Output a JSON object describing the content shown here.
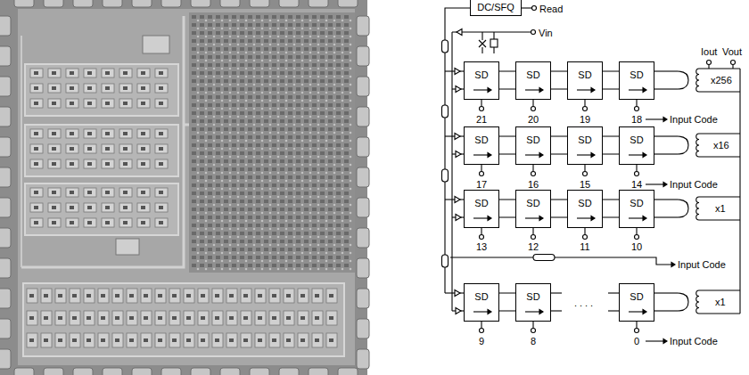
{
  "diagram": {
    "nodes": [
      {
        "text": [
          "DC/SFQ"
        ]
      },
      {
        "text": [
          "SD"
        ]
      },
      {
        "text": [
          "SD"
        ]
      },
      {
        "text": [
          "SD"
        ]
      },
      {
        "text": [
          "SD"
        ]
      },
      {
        "text": [
          "SD"
        ]
      },
      {
        "text": [
          "SD"
        ]
      },
      {
        "text": [
          "SD"
        ]
      },
      {
        "text": [
          "SD"
        ]
      },
      {
        "text": [
          "SD"
        ]
      },
      {
        "text": [
          "SD"
        ]
      },
      {
        "text": [
          "SD"
        ]
      },
      {
        "text": [
          "SD"
        ]
      },
      {
        "text": [
          "SD"
        ]
      },
      {
        "text": [
          "SD"
        ]
      },
      {
        "text": [
          "SD"
        ]
      }
    ],
    "edges": [
      {
        "from": 1,
        "to": 2,
        "arrow": "none"
      },
      {
        "from": 2,
        "to": 3,
        "arrow": "none"
      },
      {
        "from": 3,
        "to": 4,
        "arrow": "none"
      },
      {
        "from": 5,
        "to": 6,
        "arrow": "none"
      },
      {
        "from": 6,
        "to": 7,
        "arrow": "none"
      },
      {
        "from": 7,
        "to": 8,
        "arrow": "none"
      },
      {
        "from": 9,
        "to": 10,
        "arrow": "none"
      },
      {
        "from": 10,
        "to": 11,
        "arrow": "none"
      },
      {
        "from": 11,
        "to": 12,
        "arrow": "none"
      },
      {
        "from": 13,
        "to": 14,
        "arrow": "none"
      }
    ],
    "labels": [
      "Read",
      "Vin",
      "Iout",
      "Vout",
      "x256",
      "21",
      "20",
      "19",
      "18",
      "Input Code",
      "x16",
      "17",
      "16",
      "15",
      "14",
      "Input Code",
      "x1",
      "13",
      "12",
      "11",
      "10",
      "Input Code",
      "x1",
      "9",
      "8",
      "....",
      "0",
      "Input Code"
    ]
  }
}
